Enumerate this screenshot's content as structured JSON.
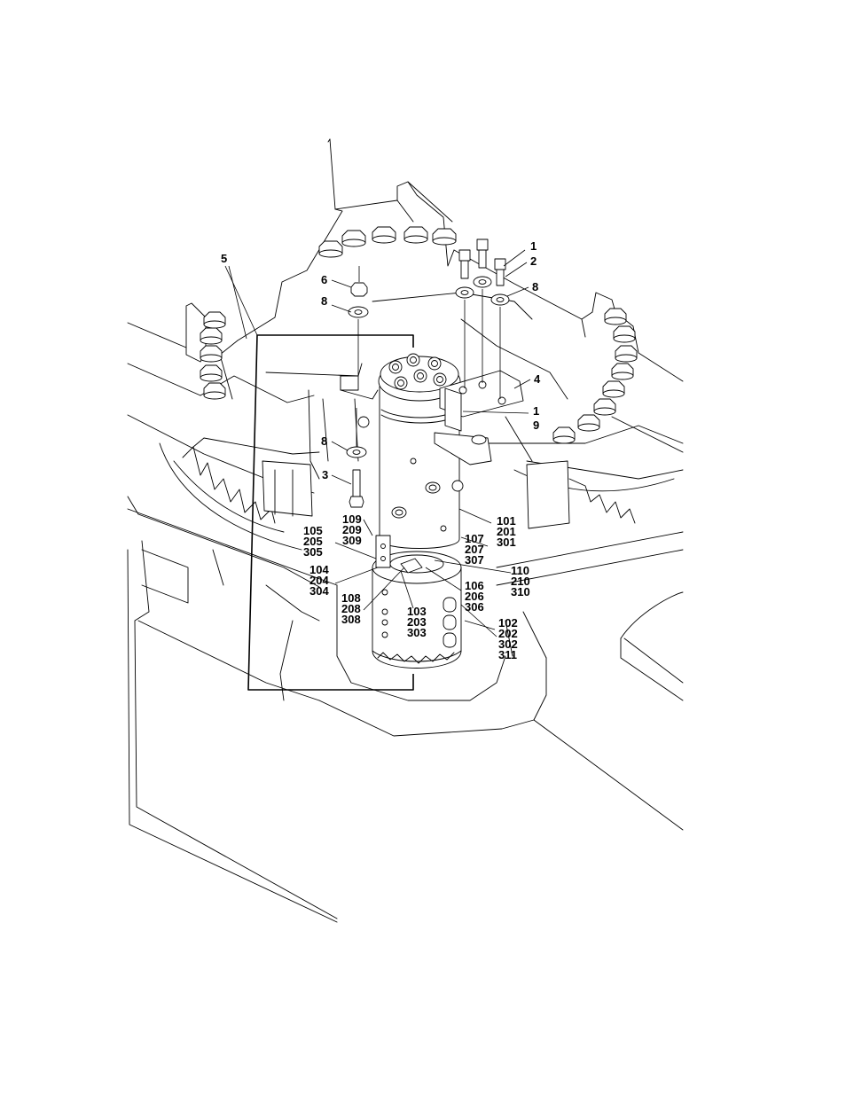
{
  "callouts": {
    "c1a": "1",
    "c2": "2",
    "c8a": "8",
    "c4": "4",
    "c1b": "1",
    "c9": "9",
    "c5": "5",
    "c6": "6",
    "c8b": "8",
    "c8c": "8",
    "c3": "3",
    "g109": [
      "109",
      "209",
      "309"
    ],
    "g105": [
      "105",
      "205",
      "305"
    ],
    "g104": [
      "104",
      "204",
      "304"
    ],
    "g108": [
      "108",
      "208",
      "308"
    ],
    "g103": [
      "103",
      "203",
      "303"
    ],
    "g101": [
      "101",
      "201",
      "301"
    ],
    "g107": [
      "107",
      "207",
      "307"
    ],
    "g110": [
      "110",
      "210",
      "310"
    ],
    "g106": [
      "106",
      "206",
      "306"
    ],
    "g102": [
      "102",
      "202",
      "302",
      "311"
    ]
  }
}
